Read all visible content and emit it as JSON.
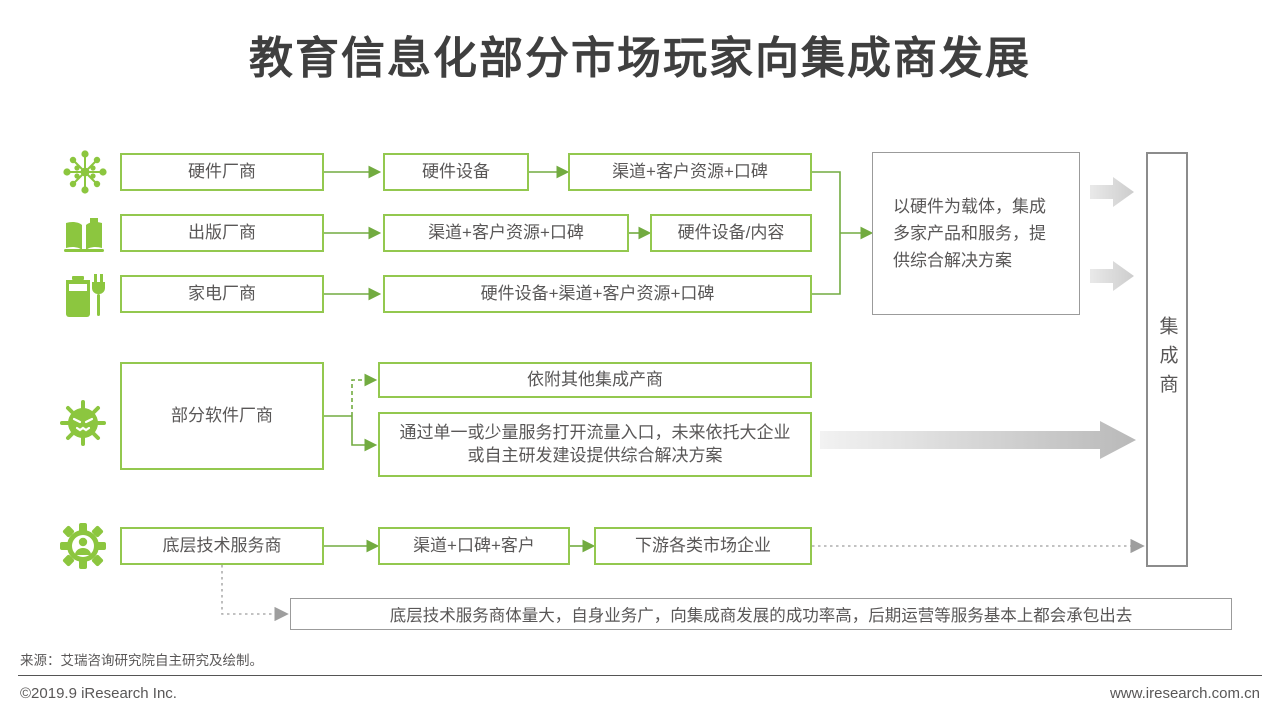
{
  "title": "教育信息化部分市场玩家向集成商发展",
  "colors": {
    "icon_green": "#8cc63f",
    "box_border_green": "#93c84f",
    "line_green": "#72ab40",
    "text_gray": "#595757",
    "gray_border": "#9b9b9b",
    "block_arrow_gray": "#c9c9c9"
  },
  "icons": {
    "hardware": "circuit-burst-icon",
    "publisher": "open-book-icon",
    "appliance": "battery-plug-icon",
    "software": "bug-icon",
    "tech": "gear-person-icon"
  },
  "flows": {
    "hardware": {
      "source": "硬件厂商",
      "steps": [
        "硬件设备",
        "渠道+客户资源+口碑"
      ]
    },
    "publisher": {
      "source": "出版厂商",
      "steps": [
        "渠道+客户资源+口碑",
        "硬件设备/内容"
      ]
    },
    "appliance": {
      "source": "家电厂商",
      "steps": [
        "硬件设备+渠道+客户资源+口碑"
      ]
    },
    "software": {
      "source": "部分软件厂商",
      "branches": [
        "依附其他集成产商",
        "通过单一或少量服务打开流量入口，未来依托大企业或自主研发建设提供综合解决方案"
      ]
    },
    "tech": {
      "source": "底层技术服务商",
      "steps": [
        "渠道+口碑+客户",
        "下游各类市场企业"
      ]
    }
  },
  "summary_box": {
    "text": "以硬件为载体，集成多家产品和服务，提供综合解决方案"
  },
  "integrator": {
    "label": "集成商"
  },
  "note": {
    "text": "底层技术服务商体量大，自身业务广，向集成商发展的成功率高，后期运营等服务基本上都会承包出去"
  },
  "footer": {
    "source": "来源：艾瑞咨询研究院自主研究及绘制。",
    "copyright": "©2019.9 iResearch Inc.",
    "website": "www.iresearch.com.cn"
  }
}
